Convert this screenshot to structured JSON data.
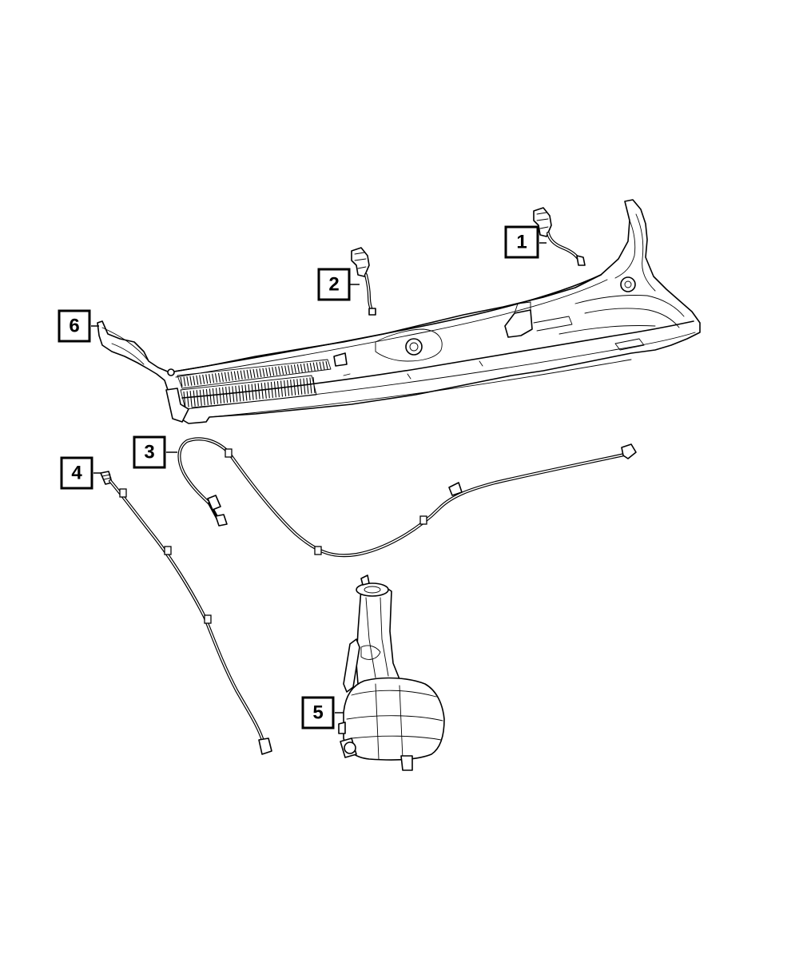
{
  "callouts": {
    "c1": "1",
    "c2": "2",
    "c3": "3",
    "c4": "4",
    "c5": "5",
    "c6": "6"
  },
  "parts": {
    "p1": "washer-nozzle-right",
    "p2": "washer-nozzle-left",
    "p3": "washer-hose-cowl",
    "p4": "washer-hose-front",
    "p5": "washer-reservoir",
    "p6": "cowl-panel"
  }
}
